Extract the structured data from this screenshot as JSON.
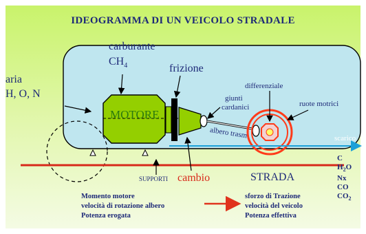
{
  "title": "IDEOGRAMMA DI UN VEICOLO STRADALE",
  "labels": {
    "carburante": "carburante",
    "ch4": "CH",
    "ch4_sub": "4",
    "aria": "aria",
    "aria_elements": "H, O, N",
    "frizione": "frizione",
    "motore": "MOTORE",
    "giunti": "giunti",
    "cardanici": "cardanici",
    "albero": "albero trasm",
    "differenziale": "differenziale",
    "ruote": "ruote motrici",
    "scarico": "scarico",
    "supporti": "SUPPORTI",
    "cambio": "cambio",
    "strada": "STRADA"
  },
  "exhaust": [
    {
      "base": "C",
      "sub": ""
    },
    {
      "base": "H",
      "sub": "2",
      "tail": "O"
    },
    {
      "base": "Nx",
      "sub": ""
    },
    {
      "base": "CO",
      "sub": ""
    },
    {
      "base": "CO",
      "sub": "2"
    }
  ],
  "left_block": [
    "Momento motore",
    "velocità di rotazione albero",
    "Potenza erogata"
  ],
  "right_block": [
    "sforzo di Trazione",
    "velocità del veicolo",
    "Potenza effettiva"
  ],
  "colors": {
    "background_top": "#c9f36b",
    "background_bottom": "#eef8d8",
    "vehicle_fill": "#bfe6ef",
    "engine_green": "#94cf00",
    "wheel_red": "#ff3b1a",
    "road_red": "#d8291a",
    "text_blue": "#1e2a78"
  }
}
